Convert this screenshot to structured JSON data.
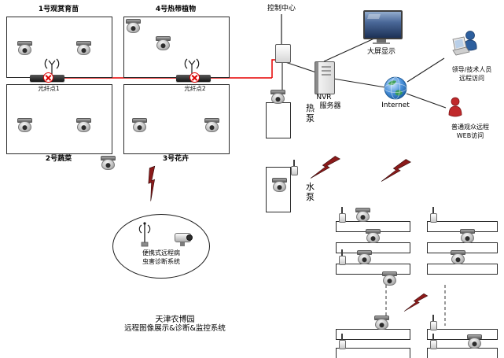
{
  "title": {
    "line1": "天津农博园",
    "line2": "远程图像展示&诊断&监控系统"
  },
  "zones": {
    "zone1": "1号观赏育苗",
    "zone2": "2号蔬菜",
    "zone3": "3号花卉",
    "zone4": "4号热带植物",
    "fiber_point1": "光纤点1",
    "fiber_point2": "光纤点2"
  },
  "control_center": {
    "label": "控制中心",
    "nvr_line1": "NVR",
    "nvr_line2": "服务器",
    "big_screen": "大屏显示",
    "internet": "Internet"
  },
  "pumps": {
    "heat": "热泵",
    "water": "水泵"
  },
  "remote": {
    "leaders_line1": "领导/技术人员",
    "leaders_line2": "远程访问",
    "public_line1": "普通观众远程",
    "public_line2": "WEB访问"
  },
  "portable": {
    "line1": "便携式远程病",
    "line2": "虫害诊断系统"
  },
  "colors": {
    "fiber_line": "#e60000",
    "link_line": "#222222",
    "bolt": "#8b1a1a"
  }
}
